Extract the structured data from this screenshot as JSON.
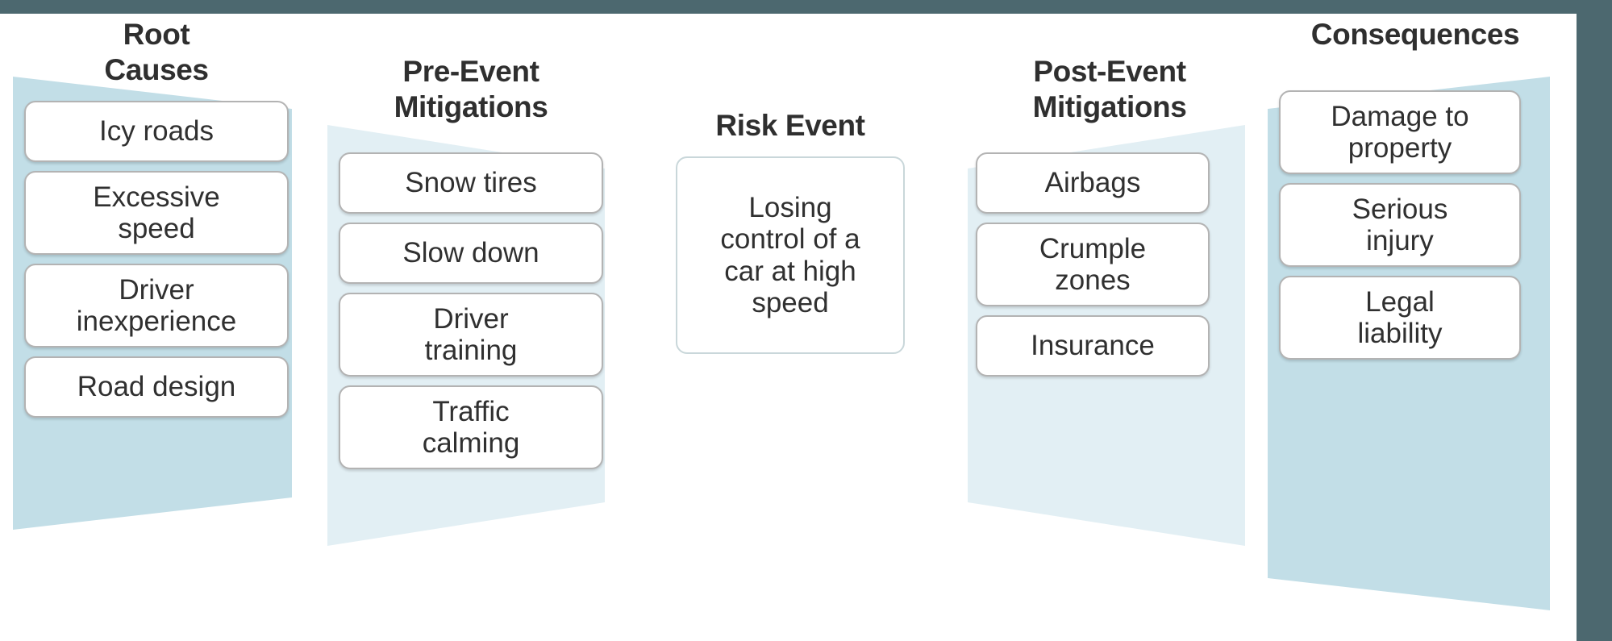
{
  "diagram": {
    "type": "bowtie-risk-diagram",
    "colors": {
      "frame": "#4c686f",
      "canvas": "#ffffff",
      "wedge_outer": "#c2dee7",
      "wedge_inner": "#e2eff4",
      "box_border": "#b3b3b3",
      "event_box_border": "#c9d7da",
      "title_text": "#2f2f2f",
      "box_text": "#303030"
    },
    "columns": [
      {
        "id": "root-causes",
        "title": "Root\nCauses",
        "wedge": "outer-left",
        "items": [
          {
            "label": "Icy roads",
            "lines": 1
          },
          {
            "label": "Excessive\nspeed",
            "lines": 2
          },
          {
            "label": "Driver\ninexperience",
            "lines": 2
          },
          {
            "label": "Road design",
            "lines": 1
          }
        ]
      },
      {
        "id": "pre-event-mitigations",
        "title": "Pre-Event\nMitigations",
        "wedge": "inner-left",
        "items": [
          {
            "label": "Snow tires",
            "lines": 1
          },
          {
            "label": "Slow down",
            "lines": 1
          },
          {
            "label": "Driver\ntraining",
            "lines": 2
          },
          {
            "label": "Traffic\ncalming",
            "lines": 2
          }
        ]
      },
      {
        "id": "risk-event",
        "title": "Risk Event",
        "wedge": "none",
        "items": [
          {
            "label": "Losing\ncontrol of a\ncar at high\nspeed",
            "lines": 4
          }
        ]
      },
      {
        "id": "post-event-mitigations",
        "title": "Post-Event\nMitigations",
        "wedge": "inner-right",
        "items": [
          {
            "label": "Airbags",
            "lines": 1
          },
          {
            "label": "Crumple\nzones",
            "lines": 2
          },
          {
            "label": "Insurance",
            "lines": 1
          }
        ]
      },
      {
        "id": "consequences",
        "title": "Consequences",
        "wedge": "outer-right",
        "items": [
          {
            "label": "Damage to\nproperty",
            "lines": 2
          },
          {
            "label": "Serious\ninjury",
            "lines": 2
          },
          {
            "label": "Legal\nliability",
            "lines": 2
          }
        ]
      }
    ]
  }
}
